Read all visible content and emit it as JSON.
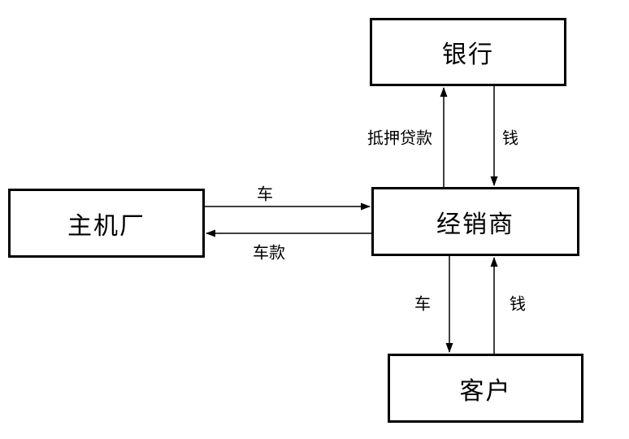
{
  "diagram": {
    "title": "",
    "nodes": {
      "bank": {
        "label": "银行"
      },
      "oem": {
        "label": "主机厂"
      },
      "dealer": {
        "label": "经销商"
      },
      "customer": {
        "label": "客户"
      }
    },
    "edges": {
      "mortgage": {
        "label": "抵押贷款",
        "from": "dealer",
        "to": "bank"
      },
      "money_top": {
        "label": "钱",
        "from": "bank",
        "to": "dealer"
      },
      "car_mid": {
        "label": "车",
        "from": "oem",
        "to": "dealer"
      },
      "payment": {
        "label": "车款",
        "from": "dealer",
        "to": "oem"
      },
      "car_bottom": {
        "label": "车",
        "from": "dealer",
        "to": "customer"
      },
      "money_bottom": {
        "label": "钱",
        "from": "customer",
        "to": "dealer"
      }
    },
    "colors": {
      "background": "#ffffff",
      "line": "#000000",
      "text": "#000000"
    }
  }
}
